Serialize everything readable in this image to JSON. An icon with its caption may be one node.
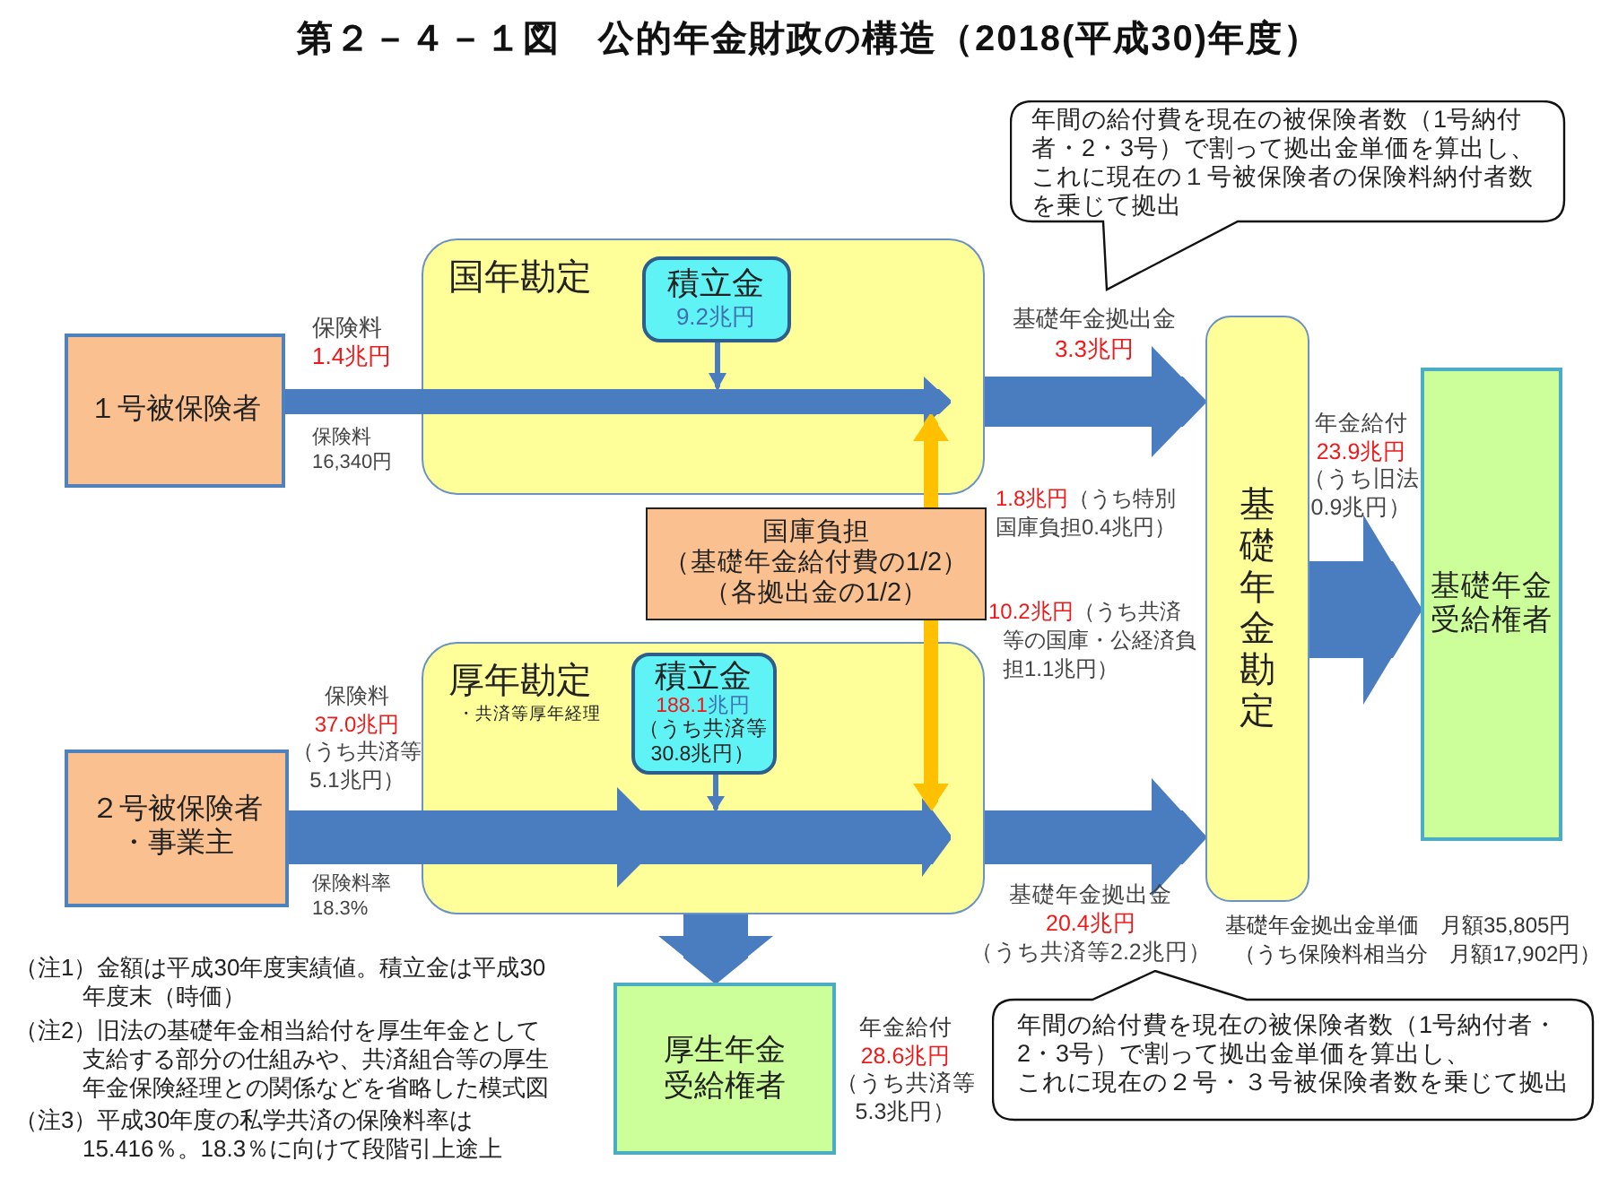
{
  "diagram": {
    "title": "第２－４－１図　公的年金財政の構造（2018(平成30)年度）",
    "nodes": [
      {
        "text": [
          "１号被保険者"
        ]
      },
      {
        "text": [
          "国年勘定"
        ]
      },
      {
        "text": [
          "積立金",
          "9.2兆円"
        ],
        "in": 1
      },
      {
        "text": [
          "国庫負担",
          "（基礎年金給付費の1/2）",
          "（各拠出金の1/2）"
        ]
      },
      {
        "text": [
          "２号被保険者・事業主"
        ]
      },
      {
        "text": [
          "厚年勘定",
          "・共済等厚年経理"
        ]
      },
      {
        "text": [
          "積立金",
          "188.1兆円（うち共済等30.8兆円）"
        ],
        "in": 5
      },
      {
        "text": [
          "基礎年金勘定"
        ],
        "beside": [
          "基礎年金拠出金単価　月額35,805円",
          "（うち保険料相当分　月額17,902円）"
        ]
      },
      {
        "text": [
          "基礎年金受給権者"
        ]
      },
      {
        "text": [
          "厚生年金受給権者"
        ],
        "beside": [
          "年金給付28.6兆円（うち共済等5.3兆円）"
        ]
      },
      {
        "text": [
          "年間の給付費を現在の被保険者数（1号納付者・2・3号）で割って拠出金単価を算出し、これに現在の１号被保険者の保険料納付者数を乗じて拠出"
        ]
      },
      {
        "text": [
          "年間の給付費を現在の被保険者数（1号納付者・2・3号）で割って拠出金単価を算出し、これに現在の２号・３号被保険者数を乗じて拠出"
        ]
      }
    ],
    "edges": [
      {
        "from": 0,
        "to": 1,
        "arrow": "to",
        "label": "保険料1.4兆円"
      },
      {
        "from": 2,
        "to": null,
        "arrow": "to"
      },
      {
        "from": 1,
        "to": 7,
        "arrow": "to",
        "label": "基礎年金拠出金3.3兆円",
        "style": "thick"
      },
      {
        "from": 3,
        "to": 1,
        "arrow": "to",
        "label": "1.8兆円（うち特別国庫負担0.4兆円）",
        "color": "#ffc000"
      },
      {
        "from": 3,
        "to": 5,
        "arrow": "to",
        "label": "10.2兆円（うち共済等の国庫・公経済負担1.1兆円）",
        "color": "#ffc000"
      },
      {
        "from": 4,
        "to": 5,
        "arrow": "to",
        "label": "保険料37.0兆円（うち共済等5.1兆円）",
        "style": "thick"
      },
      {
        "from": 6,
        "to": null,
        "arrow": "to"
      },
      {
        "from": 5,
        "to": 7,
        "arrow": "to",
        "label": "基礎年金拠出金20.4兆円（うち共済等2.2兆円）",
        "style": "thick"
      },
      {
        "from": 5,
        "to": 9,
        "arrow": "to",
        "style": "thick"
      },
      {
        "from": 7,
        "to": 8,
        "arrow": "to",
        "label": "年金給付23.9兆円（うち旧法0.9兆円）",
        "style": "thick"
      }
    ],
    "labels": [
      "保険料16,340円",
      "保険料率18.3%",
      "（注1）金額は平成30年度実績値。積立金は平成30年度末（時価）",
      "（注2）旧法の基礎年金相当給付を厚生年金として支給する部分の仕組みや、共済組合等の厚生年金保険経理との関係などを省略した模式図",
      "（注3）平成30年度の私学共済の保険料率は15.416％。18.3％に向けて段階引上途上"
    ]
  }
}
